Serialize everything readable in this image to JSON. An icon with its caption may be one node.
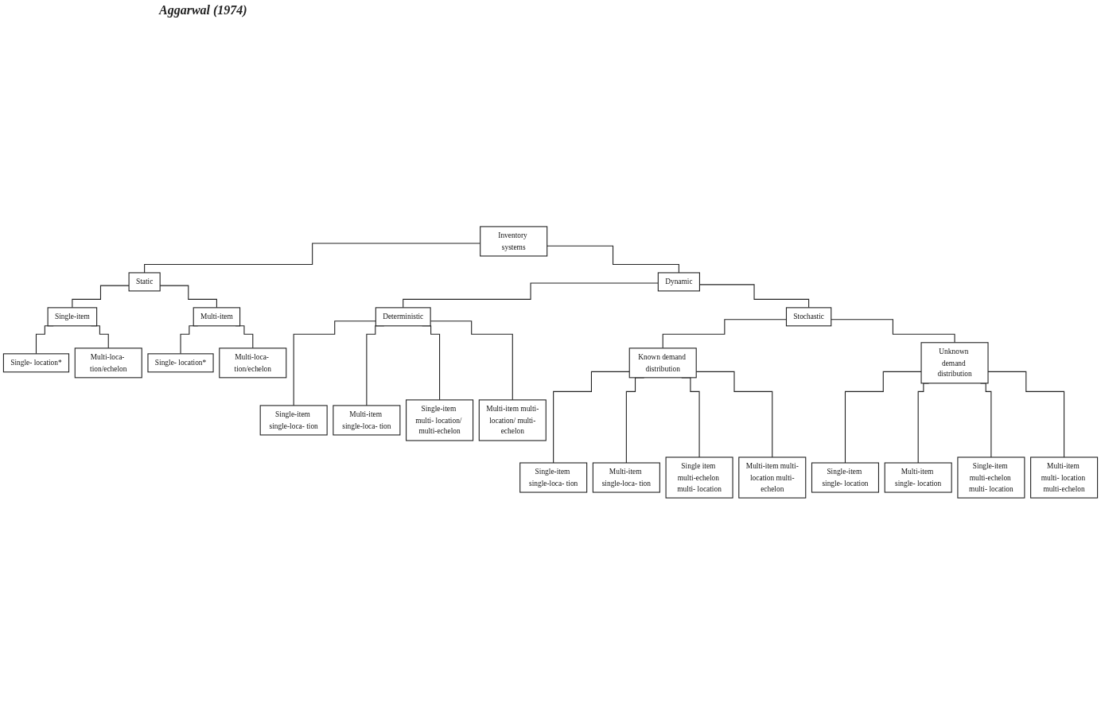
{
  "diagram": {
    "nodes": [
      {
        "text": [
          "Inventory systems"
        ]
      },
      {
        "text": [
          "Static"
        ]
      },
      {
        "text": [
          "Dynamic"
        ]
      },
      {
        "text": [
          "Single-item"
        ]
      },
      {
        "text": [
          "Multi-item"
        ]
      },
      {
        "text": [
          "Deterministic"
        ]
      },
      {
        "text": [
          "Stochastic"
        ]
      },
      {
        "text": [
          "Single- location*"
        ]
      },
      {
        "text": [
          "Multi-loca- tion/echelon"
        ]
      },
      {
        "text": [
          "Single- location*"
        ]
      },
      {
        "text": [
          "Multi-loca- tion/echelon"
        ]
      },
      {
        "text": [
          "Known demand distribution"
        ]
      },
      {
        "text": [
          "Unknown demand distribution"
        ]
      },
      {
        "text": [
          "Single-item single-loca- tion"
        ]
      },
      {
        "text": [
          "Multi-item single-loca- tion"
        ]
      },
      {
        "text": [
          "Single-item multi- location/ multi-echelon"
        ]
      },
      {
        "text": [
          "Multi-item multi-location/ multi-echelon"
        ]
      },
      {
        "text": [
          "Single-item single-loca- tion"
        ]
      },
      {
        "text": [
          "Multi-item single-loca- tion"
        ]
      },
      {
        "text": [
          "Single item multi-echelon multi- location"
        ]
      },
      {
        "text": [
          "Multi-item multi-location multi-echelon"
        ]
      },
      {
        "text": [
          "Single-item single- location"
        ]
      },
      {
        "text": [
          "Multi-item single- location"
        ]
      },
      {
        "text": [
          "Single-item multi-echelon multi- location"
        ]
      },
      {
        "text": [
          "Multi-item multi- location multi-echelon"
        ]
      }
    ],
    "edges": [
      {
        "from": 0,
        "to": 1,
        "arrow": "none"
      },
      {
        "from": 0,
        "to": 2,
        "arrow": "none"
      },
      {
        "from": 1,
        "to": 3,
        "arrow": "none"
      },
      {
        "from": 1,
        "to": 4,
        "arrow": "none"
      },
      {
        "from": 2,
        "to": 5,
        "arrow": "none"
      },
      {
        "from": 2,
        "to": 6,
        "arrow": "none"
      },
      {
        "from": 3,
        "to": 7,
        "arrow": "none"
      },
      {
        "from": 3,
        "to": 8,
        "arrow": "none"
      },
      {
        "from": 4,
        "to": 9,
        "arrow": "none"
      },
      {
        "from": 4,
        "to": 10,
        "arrow": "none"
      },
      {
        "from": 6,
        "to": 11,
        "arrow": "none"
      },
      {
        "from": 6,
        "to": 12,
        "arrow": "none"
      },
      {
        "from": 5,
        "to": 13,
        "arrow": "none"
      },
      {
        "from": 5,
        "to": 14,
        "arrow": "none"
      },
      {
        "from": 5,
        "to": 15,
        "arrow": "none"
      },
      {
        "from": 5,
        "to": 16,
        "arrow": "none"
      },
      {
        "from": 11,
        "to": 17,
        "arrow": "none"
      },
      {
        "from": 11,
        "to": 18,
        "arrow": "none"
      },
      {
        "from": 11,
        "to": 19,
        "arrow": "none"
      },
      {
        "from": 11,
        "to": 20,
        "arrow": "none"
      },
      {
        "from": 12,
        "to": 21,
        "arrow": "none"
      },
      {
        "from": 12,
        "to": 22,
        "arrow": "none"
      },
      {
        "from": 12,
        "to": 23,
        "arrow": "none"
      },
      {
        "from": 12,
        "to": 24,
        "arrow": "none"
      }
    ],
    "labels": [
      "Aggarwal (1974)"
    ]
  }
}
